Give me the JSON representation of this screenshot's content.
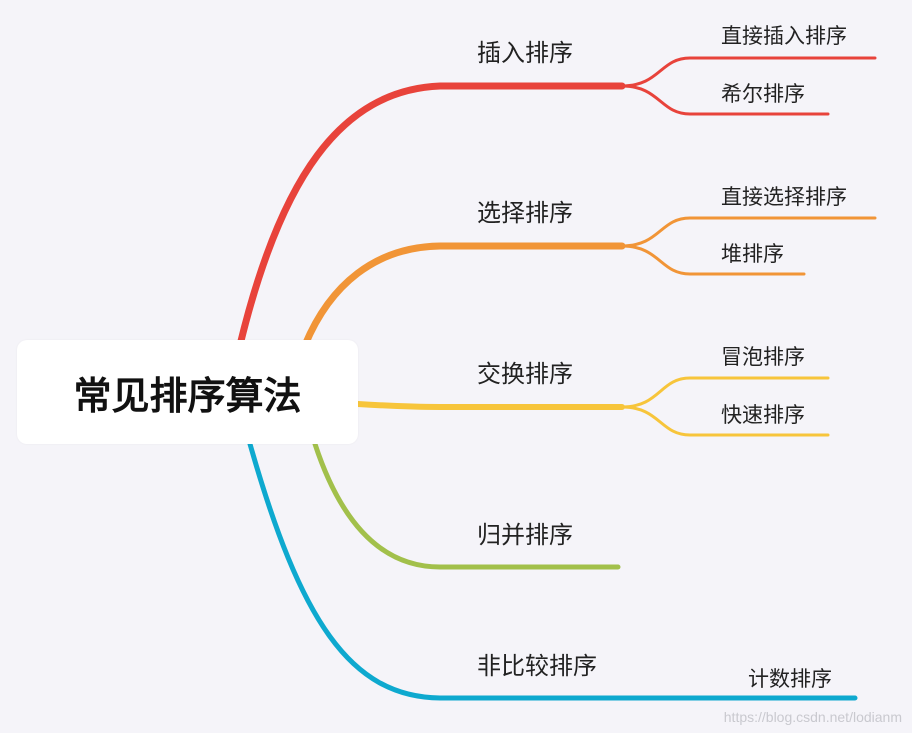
{
  "root": {
    "label": "常见排序算法"
  },
  "branches": [
    {
      "label": "插入排序",
      "color": "#e8433b",
      "children": [
        {
          "label": "直接插入排序"
        },
        {
          "label": "希尔排序"
        }
      ]
    },
    {
      "label": "选择排序",
      "color": "#f19537",
      "children": [
        {
          "label": "直接选择排序"
        },
        {
          "label": "堆排序"
        }
      ]
    },
    {
      "label": "交换排序",
      "color": "#f7c53b",
      "children": [
        {
          "label": "冒泡排序"
        },
        {
          "label": "快速排序"
        }
      ]
    },
    {
      "label": "归并排序",
      "color": "#a2c04b",
      "children": []
    },
    {
      "label": "非比较排序",
      "color": "#0ea9cf",
      "children": [
        {
          "label": "计数排序"
        }
      ]
    }
  ],
  "watermark": "https://blog.csdn.net/lodianm"
}
